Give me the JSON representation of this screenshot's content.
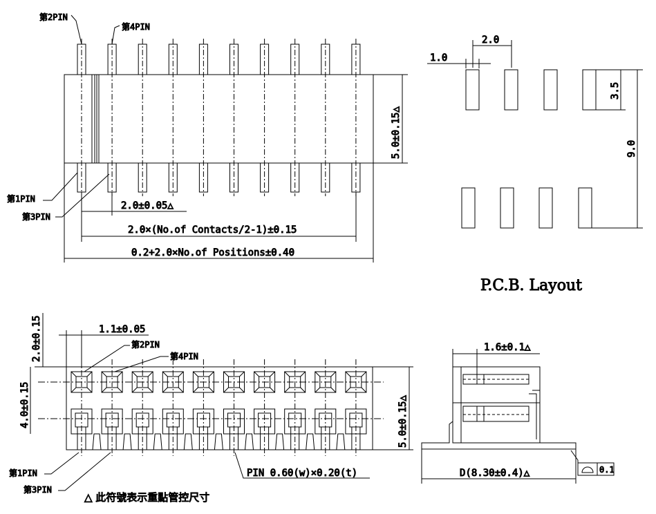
{
  "top_view": {
    "pin2": "第2PIN",
    "pin4": "第4PIN",
    "pin1": "第1PIN",
    "pin3": "第3PIN",
    "height_dim": "5.0±0.15△",
    "pitch_dim": "2.0±0.05△",
    "contacts_dim": "2.0×(No.of Contacts/2-1)±0.15",
    "overall_dim": "0.2+2.0×No.of Positions±0.40"
  },
  "pcb_layout": {
    "title": "P.C.B. Layout",
    "pad_width": "1.0",
    "pitch": "2.0",
    "pad_length": "3.5",
    "row_span": "9.0"
  },
  "front_view": {
    "height_top": "2.0±0.15",
    "height_left": "4.0±0.15",
    "offset": "1.1±0.05",
    "pin2": "第2PIN",
    "pin4": "第4PIN",
    "pin1": "第1PIN",
    "pin3": "第3PIN",
    "height_right": "5.0±0.15△",
    "pin_size": "PIN 0.60(w)×0.20(t)"
  },
  "side_view": {
    "depth_top": "1.6±0.1△",
    "depth": "D(8.30±0.4)△",
    "flatness_value": "0.1"
  },
  "note": "△ 此符號表示重點管控尺寸"
}
